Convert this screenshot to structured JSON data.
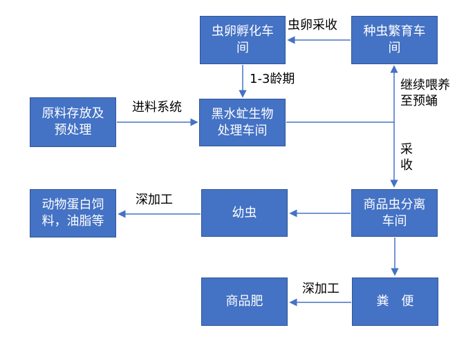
{
  "diagram": {
    "type": "flowchart",
    "nodes": [
      {
        "id": "egg-hatching-workshop",
        "label": "虫卵孵化车\n间"
      },
      {
        "id": "breeding-workshop",
        "label": "种虫繁育车\n间"
      },
      {
        "id": "raw-material-storage",
        "label": "原料存放及\n预处理"
      },
      {
        "id": "bsf-bio-processing",
        "label": "黑水虻生物\n处理车间"
      },
      {
        "id": "animal-protein-feed",
        "label": "动物蛋白饲\n料，油脂等"
      },
      {
        "id": "larvae",
        "label": "幼虫"
      },
      {
        "id": "commercial-insect-separation",
        "label": "商品虫分离\n车间"
      },
      {
        "id": "commercial-fertilizer",
        "label": "商品肥"
      },
      {
        "id": "manure",
        "label": "粪　便"
      }
    ],
    "edge_labels": [
      {
        "id": "egg-collection",
        "text": "虫卵采收"
      },
      {
        "id": "instar-stage",
        "text": "1-3龄期"
      },
      {
        "id": "feeding-system",
        "text": "进料系统"
      },
      {
        "id": "continue-feeding",
        "text": "继续喂养\n至预蛹"
      },
      {
        "id": "harvest",
        "text": "采\n收"
      },
      {
        "id": "deep-processing-larvae",
        "text": "深加工"
      },
      {
        "id": "deep-processing-manure",
        "text": "深加工"
      }
    ],
    "edges": [
      {
        "from": "breeding-workshop",
        "to": "egg-hatching-workshop",
        "label": "虫卵采收"
      },
      {
        "from": "egg-hatching-workshop",
        "to": "bsf-bio-processing",
        "label": "1-3龄期"
      },
      {
        "from": "raw-material-storage",
        "to": "bsf-bio-processing",
        "label": "进料系统"
      },
      {
        "from": "bsf-bio-processing",
        "to": "breeding-workshop",
        "label": "继续喂养至预蛹"
      },
      {
        "from": "bsf-bio-processing",
        "to": "commercial-insect-separation",
        "label": "采收"
      },
      {
        "from": "commercial-insect-separation",
        "to": "larvae",
        "label": ""
      },
      {
        "from": "larvae",
        "to": "animal-protein-feed",
        "label": "深加工"
      },
      {
        "from": "commercial-insect-separation",
        "to": "manure",
        "label": ""
      },
      {
        "from": "manure",
        "to": "commercial-fertilizer",
        "label": "深加工"
      }
    ],
    "colors": {
      "node_fill": "#4472C4",
      "node_border": "#2F5496",
      "node_text": "#FFFFFF",
      "arrow": "#4472C4",
      "label_text": "#000000",
      "background": "#FFFFFF"
    }
  }
}
